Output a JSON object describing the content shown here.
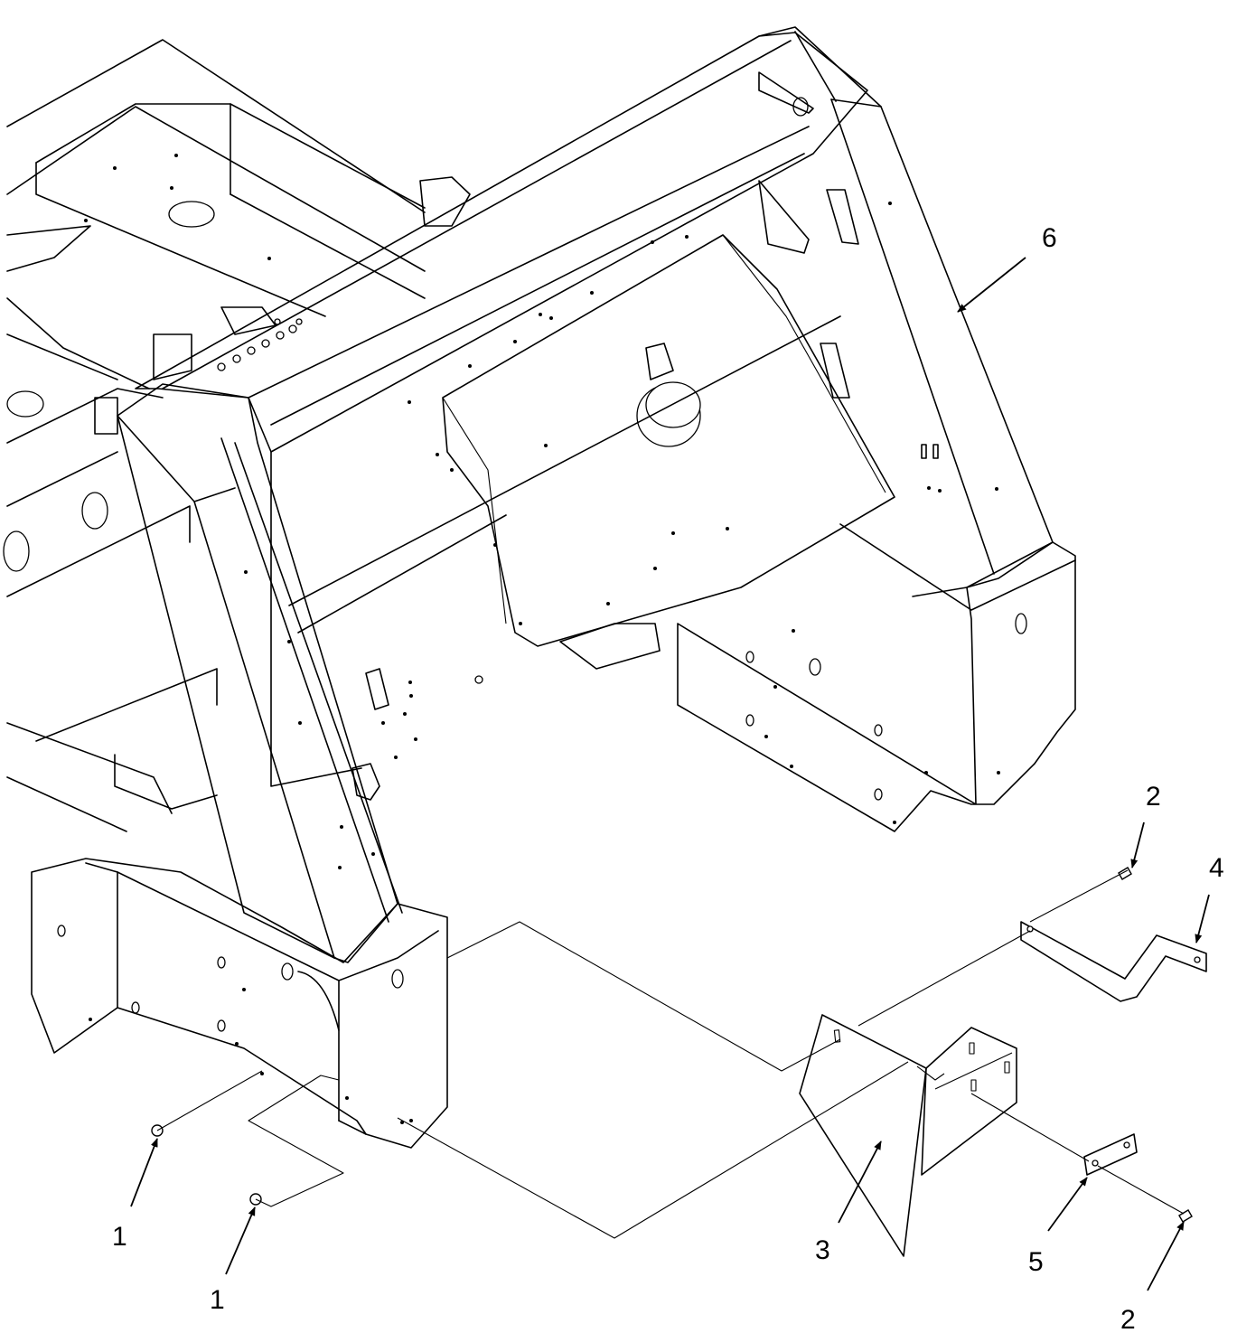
{
  "callouts": [
    {
      "id": "c1a",
      "label": "1"
    },
    {
      "id": "c1b",
      "label": "1"
    },
    {
      "id": "c2a",
      "label": "2"
    },
    {
      "id": "c2b",
      "label": "2"
    },
    {
      "id": "c3",
      "label": "3"
    },
    {
      "id": "c4",
      "label": "4"
    },
    {
      "id": "c5",
      "label": "5"
    },
    {
      "id": "c6",
      "label": "6"
    }
  ],
  "colors": {
    "line": "#000000",
    "background": "#ffffff"
  }
}
